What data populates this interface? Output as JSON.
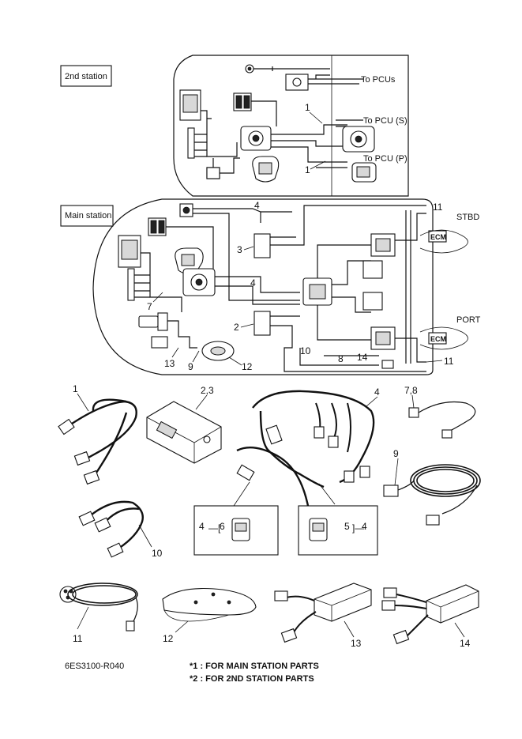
{
  "stations": {
    "second": {
      "label": "2nd station",
      "to_pcus": "To PCUs",
      "to_pcu_s": "To PCU (S)",
      "to_pcu_p": "To PCU (P)",
      "callout_1a": "1",
      "callout_1b": "1"
    },
    "main": {
      "label": "Main station",
      "stbd": "STBD",
      "port": "PORT",
      "ecm_top": "ECM",
      "ecm_bottom": "ECM",
      "callouts": {
        "c4a": "4",
        "c3": "3",
        "c11a": "11",
        "c4b": "4",
        "c7": "7",
        "c2": "2",
        "c10": "10",
        "c8": "8",
        "c14": "14",
        "c11b": "11",
        "c13": "13",
        "c9": "9",
        "c12": "12"
      }
    }
  },
  "parts": {
    "p1": "1",
    "p23": "2,3",
    "p4": "4",
    "p78": "7,8",
    "p9": "9",
    "p10": "10",
    "p11": "11",
    "p12": "12",
    "p13": "13",
    "p14": "14",
    "detail_left": {
      "a": "4",
      "b": "6"
    },
    "detail_right": {
      "a": "5",
      "b": "4"
    }
  },
  "footer": {
    "code": "6ES3100-R040",
    "note1": "*1 : FOR MAIN STATION PARTS",
    "note2": "*2 : FOR 2ND STATION PARTS"
  }
}
